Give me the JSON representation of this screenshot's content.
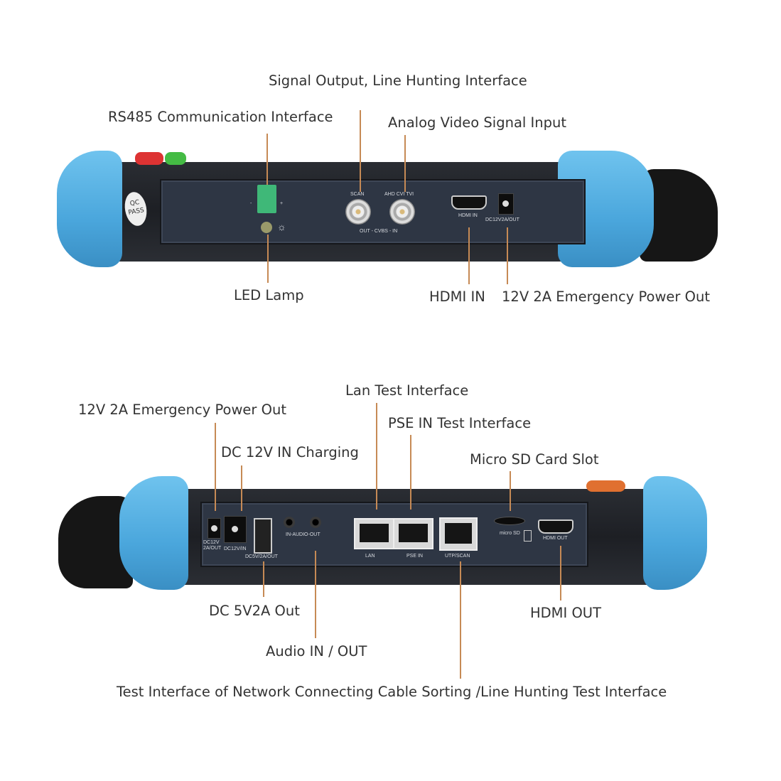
{
  "top_device": {
    "callouts": {
      "signal_output": "Signal Output, Line Hunting Interface",
      "rs485": "RS485 Communication Interface",
      "analog_video": "Analog Video Signal Input",
      "led_lamp": "LED Lamp",
      "hdmi_in": "HDMI IN",
      "power_out": "12V 2A Emergency Power Out"
    },
    "panel_labels": {
      "minus": "-",
      "plus": "+",
      "scan": "SCAN",
      "ahd": "AHD CVI TVI",
      "cvbs": "OUT - CVBS - IN",
      "hdmi_in": "HDMI IN",
      "dc_out": "DC12V2A/OUT",
      "qc": "QC",
      "pass": "PASS"
    }
  },
  "bottom_device": {
    "callouts": {
      "lan_test": "Lan Test Interface",
      "power_out": "12V 2A Emergency Power Out",
      "pse_in": "PSE IN Test Interface",
      "dc_in": "DC 12V IN Charging",
      "micro_sd": "Micro SD Card Slot",
      "dc_5v": "DC 5V2A Out",
      "hdmi_out": "HDMI OUT",
      "audio": "Audio IN / OUT",
      "cable_sorting": "Test Interface of Network Connecting Cable Sorting /Line Hunting Test Interface"
    },
    "panel_labels": {
      "dc12v_out": "DC12V 2A/OUT",
      "dc12v_in": "DC12V/IN",
      "dc5v": "DC5V/2A/OUT",
      "audio": "IN-AUDIO-OUT",
      "lan": "LAN",
      "pse_in": "PSE IN",
      "utp": "UTP/SCAN",
      "micro_sd": "micro SD",
      "hdmi_out": "HDMI OUT"
    }
  },
  "colors": {
    "bumper": "#4aa6dc",
    "leader_line": "#c68a55",
    "connector_green": "#3fb878"
  }
}
